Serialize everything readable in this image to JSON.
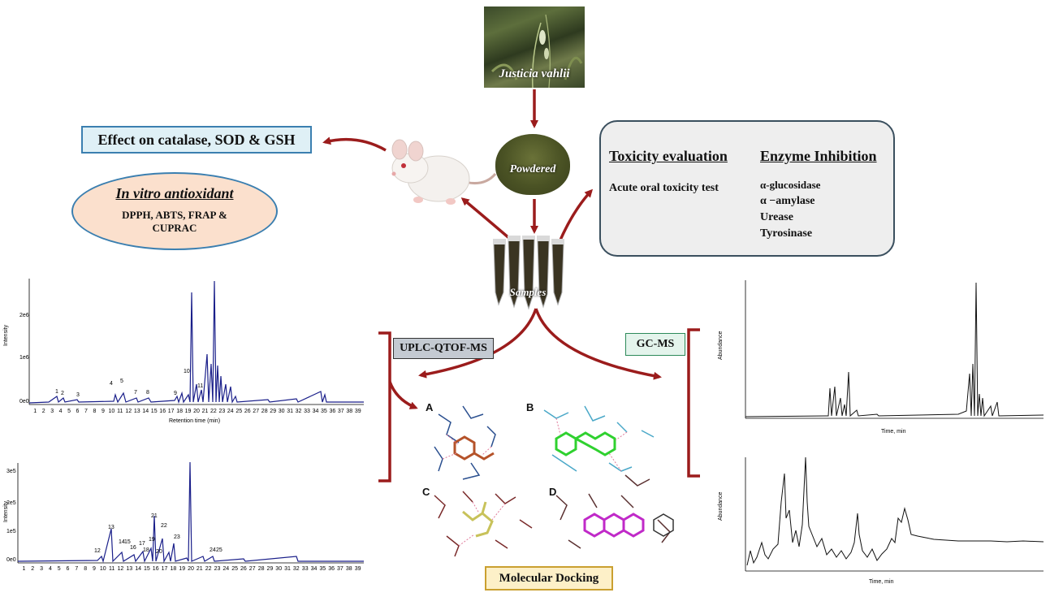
{
  "plant": {
    "label": "Justicia vahlii"
  },
  "powder": {
    "label": "Powdered"
  },
  "samples": {
    "label": "Samples"
  },
  "effect": {
    "label": "Effect on catalase, SOD & GSH"
  },
  "antioxidant": {
    "title": "In vitro antioxidant",
    "line1": "DPPH, ABTS, FRAP &",
    "line2": "CUPRAC"
  },
  "toxicity": {
    "heading": "Toxicity evaluation",
    "test": "Acute oral toxicity test"
  },
  "enzyme": {
    "heading": "Enzyme Inhibition",
    "items": [
      "α-glucosidase",
      "α −amylase",
      "Urease",
      "Tyrosinase"
    ]
  },
  "uplc": {
    "label": "UPLC-QTOF-MS"
  },
  "gcms": {
    "label": "GC-MS"
  },
  "docking": {
    "label": "Molecular Docking",
    "panels": [
      "A",
      "B",
      "C",
      "D"
    ]
  },
  "chrom_top": {
    "ylabel": "Intensity",
    "xlabel": "Retention time (min)",
    "yticks": [
      "2e6",
      "1e6",
      "0e0"
    ],
    "xticks": [
      "1",
      "2",
      "3",
      "4",
      "5",
      "6",
      "7",
      "8",
      "9",
      "10",
      "11",
      "12",
      "13",
      "14",
      "15",
      "16",
      "17",
      "18",
      "19",
      "20",
      "21",
      "22",
      "23",
      "24",
      "25",
      "26",
      "27",
      "28",
      "29",
      "30",
      "31",
      "32",
      "33",
      "34",
      "35",
      "36",
      "37",
      "38",
      "39"
    ],
    "peak_labels": [
      "1",
      "2",
      "3",
      "4",
      "5",
      "7",
      "8",
      "9",
      "10",
      "11"
    ]
  },
  "chrom_bottom": {
    "ylabel": "Intensity",
    "yticks": [
      "3e5",
      "2e5",
      "1e5",
      "0e0"
    ],
    "xticks": [
      "1",
      "2",
      "3",
      "4",
      "5",
      "6",
      "7",
      "8",
      "9",
      "10",
      "11",
      "12",
      "13",
      "14",
      "15",
      "16",
      "17",
      "18",
      "19",
      "20",
      "21",
      "22",
      "23",
      "24",
      "25",
      "26",
      "27",
      "28",
      "29",
      "30",
      "31",
      "32",
      "33",
      "34",
      "35",
      "36",
      "37",
      "38",
      "39"
    ],
    "peak_labels": [
      "12",
      "13",
      "14",
      "15",
      "16",
      "17",
      "18",
      "19",
      "20",
      "21",
      "22",
      "23",
      "24",
      "25"
    ]
  },
  "gc_top": {
    "ylabel": "Abundance",
    "xlabel": "Time, min"
  },
  "gc_bottom": {
    "ylabel": "Abundance",
    "xlabel": "Time, min"
  },
  "colors": {
    "arrow": "#9b1c1c",
    "blue_box": "#3b7fb0",
    "chrom": "#1a1f8a"
  }
}
